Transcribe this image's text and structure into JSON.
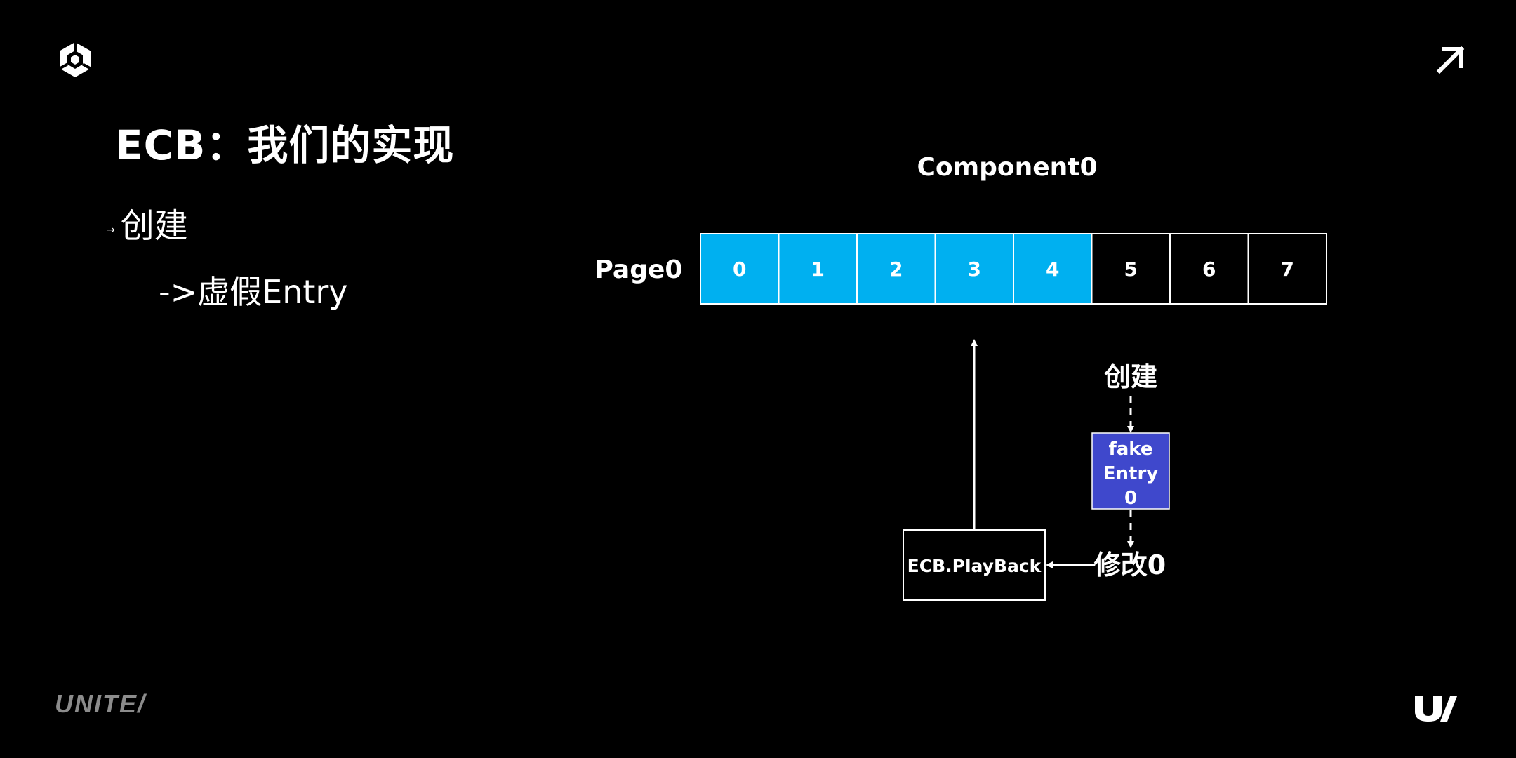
{
  "slide": {
    "title": "ECB：我们的实现",
    "bullet_main": "创建",
    "bullet_sub": "->虚假Entry",
    "footer_brand": "UNITE/"
  },
  "diagram": {
    "component_label": "Component0",
    "page_label": "Page0",
    "cells": [
      "0",
      "1",
      "2",
      "3",
      "4",
      "5",
      "6",
      "7"
    ],
    "cells_filled": 5,
    "fake_entry_lines": [
      "fake",
      "Entry",
      "0"
    ],
    "create_label": "创建",
    "modify_label": "修改0",
    "playback_label": "ECB.PlayBack"
  },
  "colors": {
    "background": "#000000",
    "cell_filled": "#00b0f0",
    "fake_entry": "#3f48cc",
    "line": "#ffffff",
    "footer_gray": "#8c8c8c"
  },
  "icons": {
    "top_left": "unity-logo-icon",
    "top_right": "arrow-up-right-icon",
    "bottom_right": "u-slash-logo-icon"
  }
}
